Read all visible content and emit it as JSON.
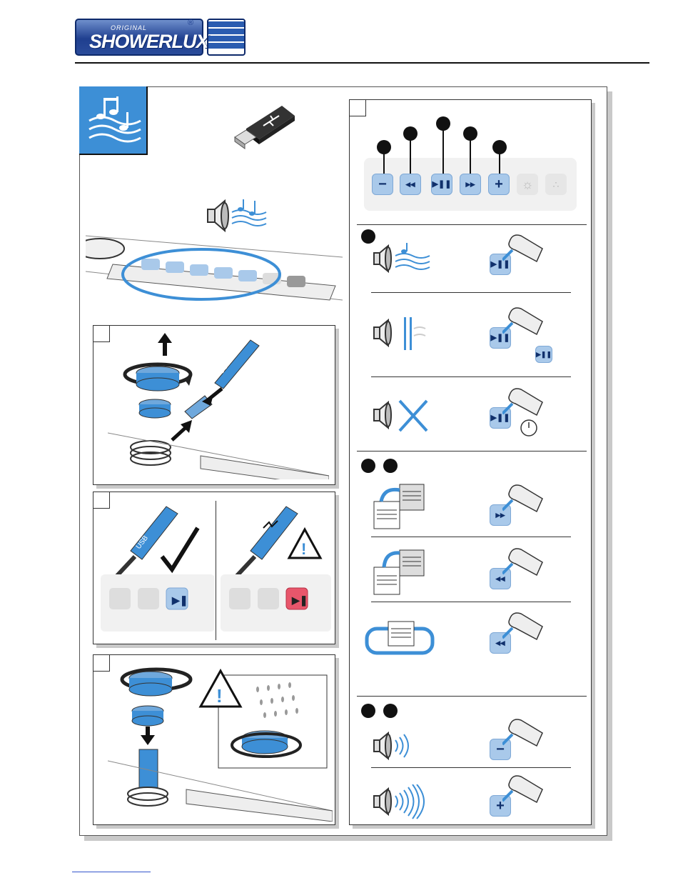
{
  "logo": {
    "original": "ORIGINAL",
    "brand": "SHOWERLUX",
    "registered": "®"
  },
  "icons": {
    "music": "music-notes-icon",
    "usb_stick": "usb-stick-icon",
    "speaker": "speaker-icon",
    "minus": "minus-icon",
    "rewind": "rewind-icon",
    "play_pause": "play-pause-icon",
    "forward": "fast-forward-icon",
    "plus": "plus-icon",
    "light": "light-icon",
    "steam": "steam-icon",
    "finger": "finger-press-icon",
    "warning": "warning-icon",
    "checkmark": "checkmark-icon",
    "timer": "timer-icon",
    "repeat": "repeat-icon"
  },
  "usb_label": "USB",
  "buttons": {
    "minus": "−",
    "plus": "+",
    "rewind": "◂◂",
    "forward": "▸▸",
    "play": "▶❚❚"
  },
  "colors": {
    "accent": "#3d8fd6",
    "button_blue": "#a9c9ea",
    "button_red": "#e8566b",
    "text_dark": "#10306c"
  }
}
